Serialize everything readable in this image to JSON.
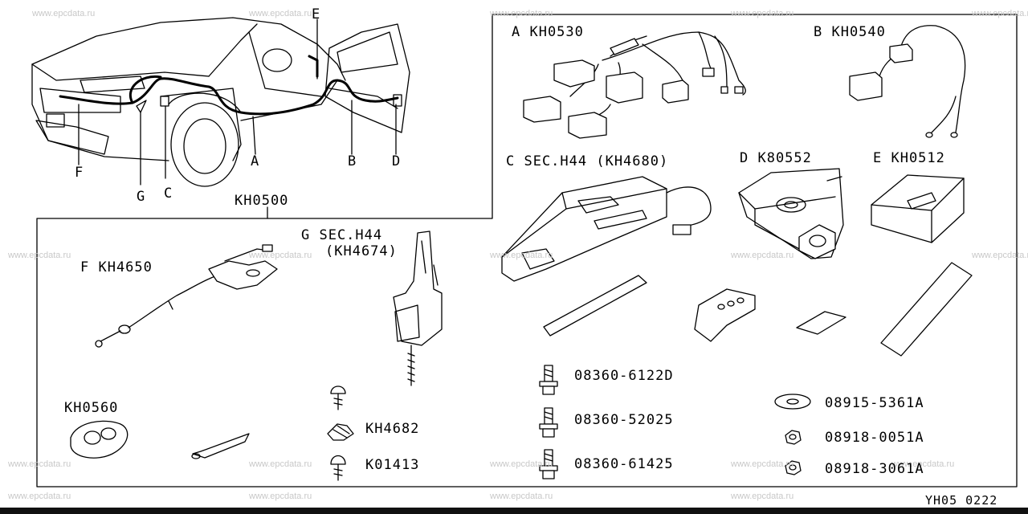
{
  "watermark": "www.epcdata.ru",
  "footer_code": "YH05 0222",
  "car_callouts": {
    "a": "A",
    "b": "B",
    "c": "C",
    "d": "D",
    "e": "E",
    "f": "F",
    "g": "G"
  },
  "group_label": "KH0500",
  "parts": {
    "a_harness": "A KH0530",
    "b_harness": "B KH0540",
    "c_sensor": "C  SEC.H44 (KH4680)",
    "d_actuator": "D K80552",
    "e_unit": "E KH0512",
    "f_cable": "F KH4650",
    "g_bracket_line1": "G  SEC.H44",
    "g_bracket_line2": "(KH4674)",
    "remote": "KH0560",
    "clip": "KH4682",
    "screw": "K01413"
  },
  "fasteners": {
    "bolt1": "08360-6122D",
    "bolt2": "08360-52025",
    "bolt3": "08360-61425",
    "washer": "08915-5361A",
    "nut1": "08918-0051A",
    "nut2": "08918-3061A"
  }
}
